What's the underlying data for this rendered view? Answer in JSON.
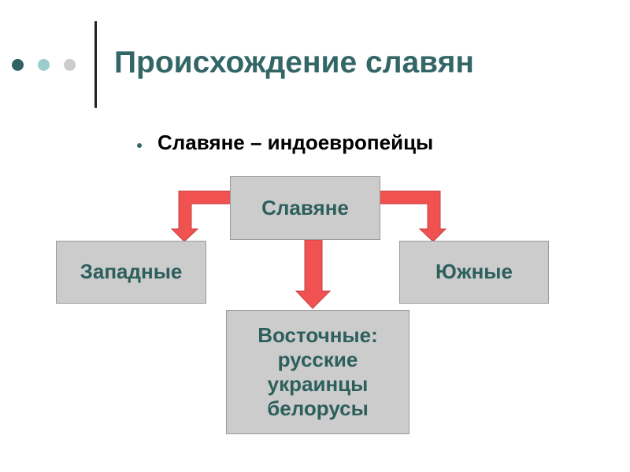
{
  "title": "Происхождение славян",
  "bullet": "Славяне – индоевропейцы",
  "diagram": {
    "root": "Славяне",
    "west": "Западные",
    "south": "Южные",
    "east": {
      "heading": "Восточные:",
      "lines": [
        "русские",
        "украинцы",
        "белорусы"
      ]
    }
  },
  "colors": {
    "title": "#336666",
    "dot_dark": "#2f6260",
    "dot_light": "#9ccccc",
    "dot_gray": "#cccccc",
    "arrow": "#f05252",
    "box": "#cccccc"
  }
}
